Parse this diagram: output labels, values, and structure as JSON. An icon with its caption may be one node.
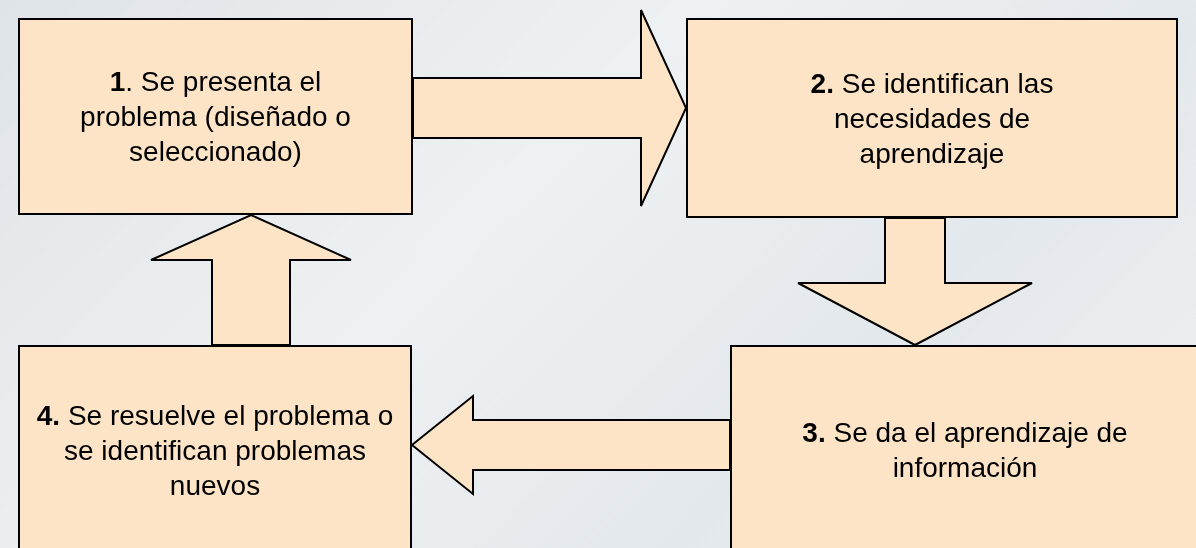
{
  "diagram": {
    "nodes": [
      {
        "text": [
          "**1**. Se presenta el problema (diseñado o seleccionado)"
        ]
      },
      {
        "text": [
          "**2.** Se identifican las necesidades de aprendizaje"
        ]
      },
      {
        "text": [
          "**3.** Se da el aprendizaje de información"
        ]
      },
      {
        "text": [
          "**4.** Se resuelve el problema o se identifican problemas nuevos"
        ]
      }
    ],
    "edges": [
      {
        "from": 0,
        "to": 1,
        "arrow": "to"
      },
      {
        "from": 1,
        "to": 2,
        "arrow": "to"
      },
      {
        "from": 2,
        "to": 3,
        "arrow": "to"
      },
      {
        "from": 3,
        "to": 0,
        "arrow": "to"
      }
    ]
  }
}
